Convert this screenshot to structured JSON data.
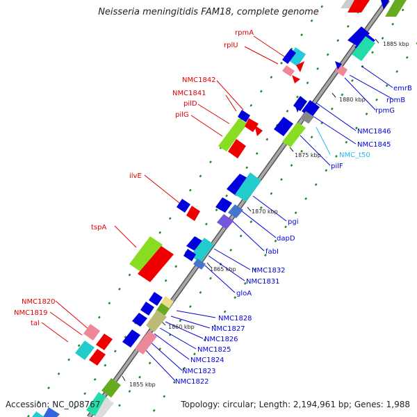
{
  "header": {
    "title": "Neisseria meningitidis FAM18, complete genome"
  },
  "footer": {
    "accession": "Accession: NC_008767",
    "summary": "Topology: circular; Length: 2,194,961 bp; Genes: 1,988"
  },
  "colors": {
    "forward_label": "#e00000",
    "reverse_label": "#0000dd",
    "rna_label": "#22bbee",
    "backbone": "#8a8a8a"
  },
  "ticks": [
    {
      "label": "1855 kbp"
    },
    {
      "label": "1860 kbp"
    },
    {
      "label": "1865 kbp"
    },
    {
      "label": "1870 kbp"
    },
    {
      "label": "1875 kbp"
    },
    {
      "label": "1880 kbp"
    },
    {
      "label": "1885 kbp"
    }
  ],
  "forward_labels": [
    {
      "text": "rpmA"
    },
    {
      "text": "rplU"
    },
    {
      "text": "NMC1842"
    },
    {
      "text": "NMC1841"
    },
    {
      "text": "pilD"
    },
    {
      "text": "pilG"
    },
    {
      "text": "ilvE"
    },
    {
      "text": "tspA"
    },
    {
      "text": "NMC1820"
    },
    {
      "text": "NMC1819"
    },
    {
      "text": "tal"
    }
  ],
  "reverse_labels": [
    {
      "text": "emrB"
    },
    {
      "text": "rpmB"
    },
    {
      "text": "rpmG"
    },
    {
      "text": "NMC1846"
    },
    {
      "text": "NMC1845"
    },
    {
      "text": "NMC_t50"
    },
    {
      "text": "pilF"
    },
    {
      "text": "pgi"
    },
    {
      "text": "dapD"
    },
    {
      "text": "fabI"
    },
    {
      "text": "NMC1832"
    },
    {
      "text": "NMC1831"
    },
    {
      "text": "gloA"
    },
    {
      "text": "NMC1828"
    },
    {
      "text": "NMC1827"
    },
    {
      "text": "NMC1826"
    },
    {
      "text": "NMC1825"
    },
    {
      "text": "NMC1824"
    },
    {
      "text": "NMC1823"
    },
    {
      "text": "NMC1822"
    }
  ]
}
